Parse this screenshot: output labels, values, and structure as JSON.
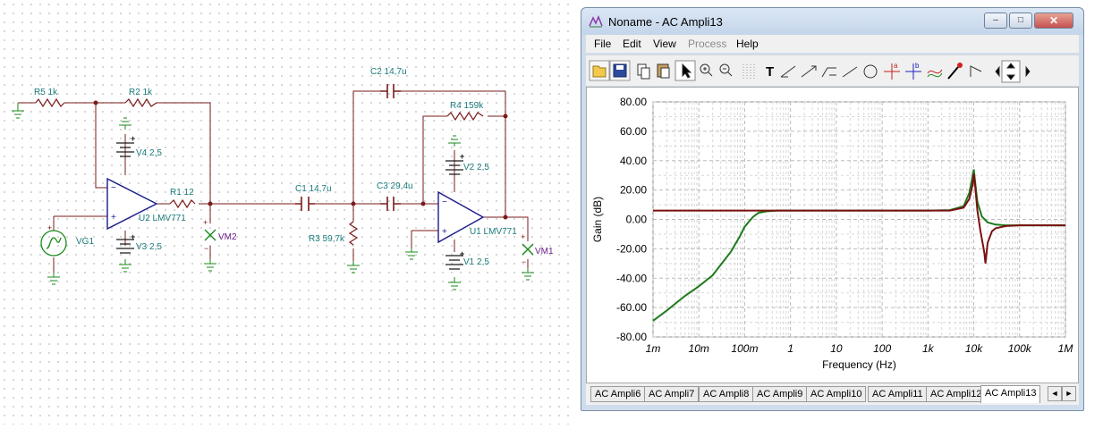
{
  "schematic": {
    "labels": {
      "r5": "R5 1k",
      "r2": "R2 1k",
      "v4": "V4 2,5",
      "r1": "R1 12",
      "u2": "U2 LMV771",
      "v3": "V3 2,5",
      "vg1": "VG1",
      "vm2": "VM2",
      "c2": "C2 14,7u",
      "r4": "R4 159k",
      "v2": "V2 2,5",
      "c1": "C1 14,7u",
      "c3": "C3 29,4u",
      "r3": "R3 59,7k",
      "u1": "U1 LMV771",
      "v1": "V1 2,5",
      "vm1": "VM1"
    },
    "colors": {
      "wire": "#7a1b1b",
      "label": "#1a7a7a",
      "component": "#1a1a8c",
      "meter": "#6a1a8a",
      "pin": "#1a8a1a"
    }
  },
  "window": {
    "title": "Noname - AC Ampli13",
    "controls": {
      "minimize": "–",
      "maximize": "□",
      "close": "✕"
    },
    "menu": [
      {
        "label": "File",
        "enabled": true
      },
      {
        "label": "Edit",
        "enabled": true
      },
      {
        "label": "View",
        "enabled": true
      },
      {
        "label": "Process",
        "enabled": false
      },
      {
        "label": "Help",
        "enabled": true
      }
    ],
    "toolbar": [
      "open-folder-icon",
      "save-icon",
      "copy-icon",
      "paste-icon",
      "pointer-icon",
      "zoom-in-icon",
      "zoom-out-icon",
      "grid-icon",
      "text-tool-icon",
      "label-tool-icon",
      "arrow-label-icon",
      "comment-tool-icon",
      "line-tool-icon",
      "circle-tool-icon",
      "cursor-a-icon",
      "cursor-b-icon",
      "curve-tool-icon",
      "color-pick-icon",
      "step-icon",
      "scroll-left-icon",
      "scroll-updown-icon",
      "scroll-right-icon"
    ],
    "tabs": [
      "AC Ampli6",
      "AC Ampli7",
      "AC Ampli8",
      "AC Ampli9",
      "AC Ampli10",
      "AC Ampli11",
      "AC Ampli12",
      "AC Ampli13"
    ],
    "active_tab": "AC Ampli13"
  },
  "chart_data": {
    "type": "line",
    "xlabel": "Frequency (Hz)",
    "ylabel": "Gain (dB)",
    "xscale": "log",
    "xlim": [
      0.001,
      1000000
    ],
    "ylim": [
      -80,
      80
    ],
    "grid": true,
    "xticks": [
      0.001,
      0.01,
      0.1,
      1,
      10,
      100,
      1000,
      10000,
      100000,
      1000000
    ],
    "xticklabels": [
      "1m",
      "10m",
      "100m",
      "1",
      "10",
      "100",
      "1k",
      "10k",
      "100k",
      "1M"
    ],
    "yticks": [
      80,
      60,
      40,
      20,
      0,
      -20,
      -40,
      -60,
      -80
    ],
    "yticklabels": [
      "80.00",
      "60.00",
      "40.00",
      "20.00",
      "0.00",
      "-20.00",
      "-40.00",
      "-60.00",
      "-80.00"
    ],
    "series": [
      {
        "color": "#1e7a1e",
        "x": [
          0.001,
          0.002,
          0.005,
          0.01,
          0.02,
          0.05,
          0.08,
          0.1,
          0.15,
          0.2,
          0.3,
          0.5,
          1,
          10,
          100,
          1000,
          3000,
          6000,
          8000,
          9500,
          10000,
          10500,
          12000,
          15000,
          20000,
          30000,
          50000,
          100000,
          300000,
          1000000
        ],
        "y": [
          -69,
          -62,
          -52,
          -45.5,
          -38,
          -22,
          -11,
          -5,
          1.5,
          4.5,
          5.5,
          6,
          6,
          6,
          6,
          6,
          6.3,
          9,
          18,
          30,
          34,
          28,
          12,
          2,
          -2,
          -3.5,
          -4,
          -4,
          -4,
          -4
        ]
      },
      {
        "color": "#7a1010",
        "x": [
          0.001,
          0.01,
          0.1,
          1,
          10,
          100,
          1000,
          3000,
          6000,
          8000,
          9500,
          10000,
          10500,
          12000,
          14000,
          16000,
          17000,
          18000,
          20000,
          25000,
          30000,
          50000,
          100000,
          1000000
        ],
        "y": [
          6,
          6,
          6,
          6,
          6,
          6,
          6,
          6,
          8,
          14,
          24,
          31,
          26,
          6,
          -8,
          -18,
          -23,
          -30,
          -16,
          -8,
          -6,
          -4.5,
          -4,
          -4
        ]
      }
    ]
  }
}
